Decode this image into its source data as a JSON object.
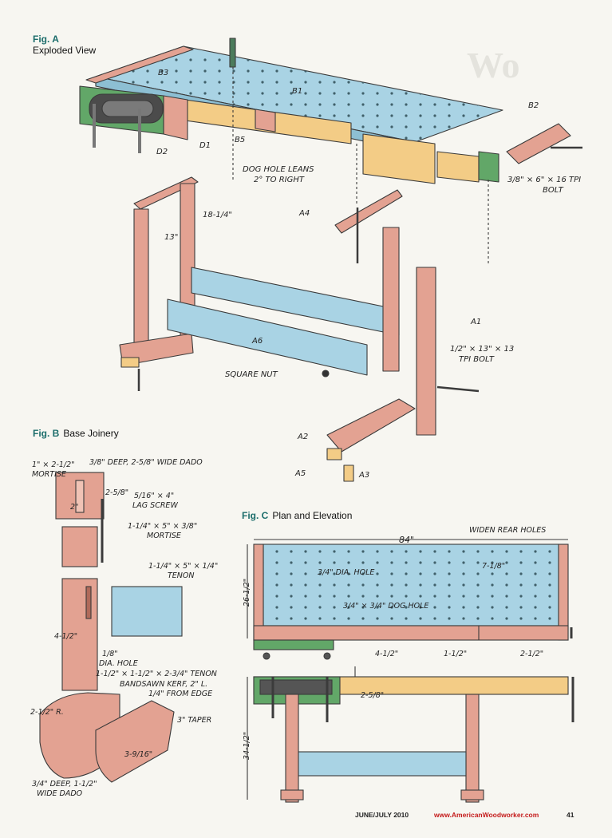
{
  "figures": {
    "a": {
      "tag": "Fig. A",
      "title": "Exploded View"
    },
    "b": {
      "tag": "Fig. B",
      "title": "Base Joinery"
    },
    "c": {
      "tag": "Fig. C",
      "title": "Plan and Elevation"
    }
  },
  "labels": {
    "b3": "B3",
    "b1": "B1",
    "b2": "B2",
    "d2": "D2",
    "d1": "D1",
    "b5": "B5",
    "dog_hole_1": "DOG HOLE LEANS",
    "dog_hole_2": "2° TO RIGHT",
    "bolt_b2_1": "3/8\" × 6\" × 16 TPI",
    "bolt_b2_2": "BOLT",
    "height_18": "18-1/4\"",
    "width_13": "13\"",
    "a4": "A4",
    "a6": "A6",
    "a1": "A1",
    "a2": "A2",
    "a5": "A5",
    "a3": "A3",
    "square_nut": "SQUARE NUT",
    "tpi_bolt_1": "1/2\" × 13\" × 13",
    "tpi_bolt_2": "TPI BOLT",
    "b_mortise_1": "1\" × 2-1/2\"",
    "b_mortise_2": "MORTISE",
    "b_dado": "3/8\" DEEP, 2-5/8\" WIDE DADO",
    "b_dim2": "2\"",
    "b_dim25": "2-5/8\"",
    "lag_1": "5/16\" × 4\"",
    "lag_2": "LAG SCREW",
    "mortise2_1": "1-1/4\" × 5\" × 3/8\"",
    "mortise2_2": "MORTISE",
    "tenon_1": "1-1/4\" × 5\" × 1/4\"",
    "tenon_2": "TENON",
    "b_h45": "4-1/2\"",
    "hole_1": "1/8\"",
    "hole_2": "DIA. HOLE",
    "tenon2": "1-1/2\" × 1-1/2\" × 2-3/4\" TENON",
    "kerf_1": "BANDSAWN KERF, 2\" L.",
    "kerf_2": "1/4\" FROM EDGE",
    "radius": "2-1/2\" R.",
    "taper": "3\" TAPER",
    "dim_3916": "3-9/16\"",
    "dado2_1": "3/4\" DEEP, 1-1/2\"",
    "dado2_2": "WIDE DADO",
    "c_84": "84\"",
    "c_widen": "WIDEN REAR HOLES",
    "c_26": "26-1/2\"",
    "c_dia": "3/4\" DIA. HOLE",
    "c_718": "7-1/8\"",
    "c_dog": "3/4\" × 3/4\" DOG HOLE",
    "c_45": "4-1/2\"",
    "c_15": "1-1/2\"",
    "c_25": "2-1/2\"",
    "c_258": "2-5/8\"",
    "c_345": "34-1/2\""
  },
  "footer": {
    "issue": "JUNE/JULY 2010",
    "site": "www.AmericanWoodworker.com",
    "page": "41"
  },
  "colors": {
    "top_blue": "#a9d3e4",
    "cherry": "#e3a292",
    "maple": "#f3cc86",
    "vise_green": "#62a768",
    "outline": "#3b3b3b",
    "brand_red": "#c41a1a",
    "teal": "#1c6d6b"
  }
}
